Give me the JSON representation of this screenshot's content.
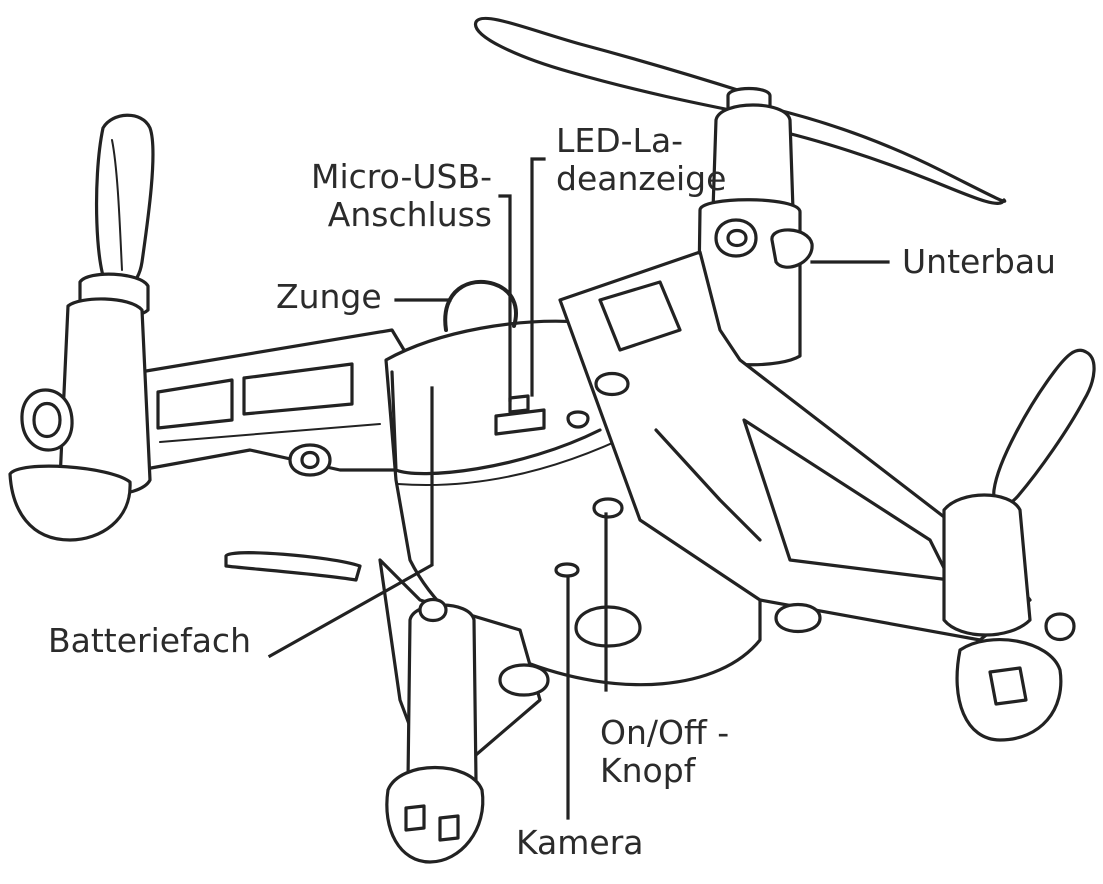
{
  "diagram": {
    "line_color": "#222222",
    "label_color": "#2b2b2b",
    "labels": {
      "led": [
        "LED-La-",
        "deanzeige"
      ],
      "usb": [
        "Micro-USB-",
        "Anschluss"
      ],
      "unterbau": "Unterbau",
      "zunge": "Zunge",
      "batteriefach": "Batteriefach",
      "onoff": [
        "On/Off -",
        "Knopf"
      ],
      "kamera": "Kamera"
    }
  }
}
